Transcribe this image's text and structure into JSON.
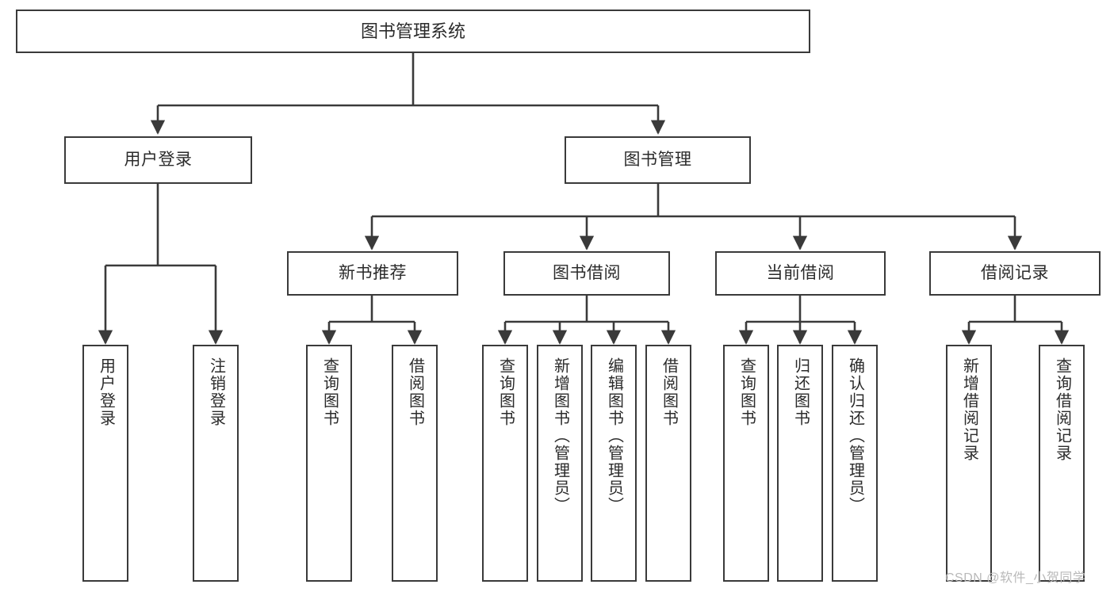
{
  "diagram": {
    "title": "图书管理系统",
    "type": "功能结构图",
    "background_color": "#ffffff",
    "border_color": "#3a3a3a",
    "text_color": "#2b2b2b",
    "watermark": "CSDN @软件_小贺同学",
    "watermark_color": "#b9b9b9"
  },
  "root": {
    "label": "图书管理系统"
  },
  "level1": [
    {
      "label": "用户登录"
    },
    {
      "label": "图书管理"
    }
  ],
  "level2": [
    {
      "label": "新书推荐"
    },
    {
      "label": "图书借阅"
    },
    {
      "label": "当前借阅"
    },
    {
      "label": "借阅记录"
    }
  ],
  "leaves": {
    "user_login": [
      {
        "label": "用户登录"
      },
      {
        "label": "注销登录"
      }
    ],
    "new_book": [
      {
        "label": "查询图书"
      },
      {
        "label": "借阅图书"
      }
    ],
    "book_borrow": [
      {
        "label": "查询图书"
      },
      {
        "label": "新增图书（管理员）"
      },
      {
        "label": "编辑图书（管理员）"
      },
      {
        "label": "借阅图书"
      }
    ],
    "current_borrow": [
      {
        "label": "查询图书"
      },
      {
        "label": "归还图书"
      },
      {
        "label": "确认归还（管理员）"
      }
    ],
    "borrow_record": [
      {
        "label": "新增借阅记录"
      },
      {
        "label": "查询借阅记录"
      }
    ]
  }
}
